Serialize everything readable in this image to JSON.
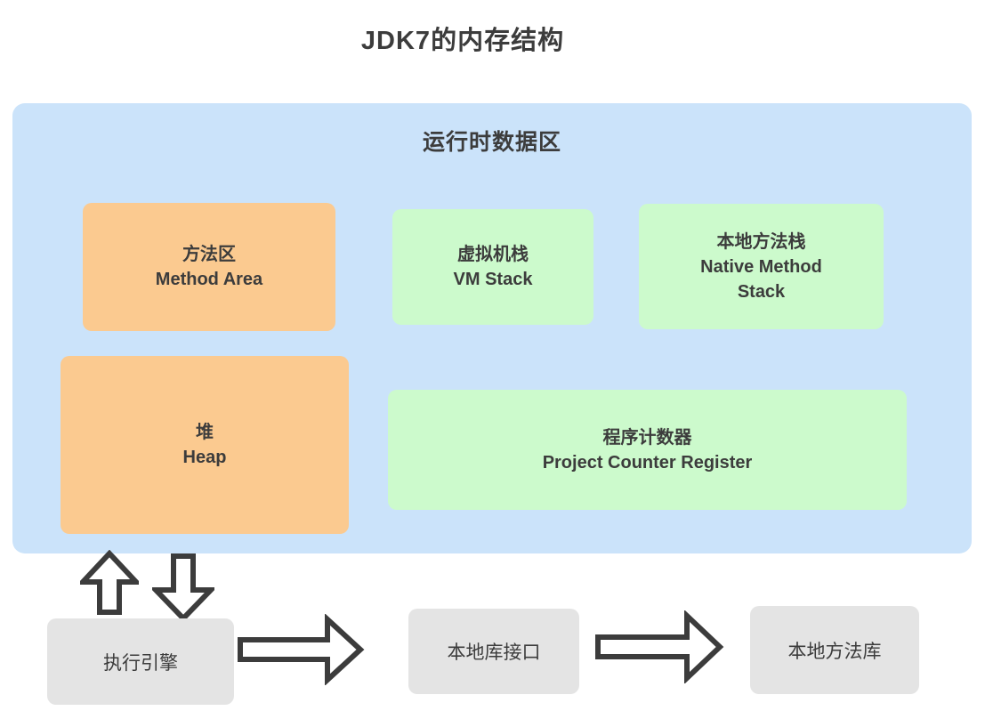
{
  "page": {
    "title": "JDK7的内存结构"
  },
  "runtime_area": {
    "title": "运行时数据区",
    "boxes": {
      "method_area": {
        "zh": "方法区",
        "en": "Method Area",
        "color": "#fbca90"
      },
      "vm_stack": {
        "zh": "虚拟机栈",
        "en": "VM Stack",
        "color": "#ccfacc"
      },
      "native_method_stack": {
        "zh": "本地方法栈",
        "en": "Native Method Stack",
        "color": "#ccfacc"
      },
      "heap": {
        "zh": "堆",
        "en": "Heap",
        "color": "#fbca90"
      },
      "program_counter": {
        "zh": "程序计数器",
        "en": "Project Counter Register",
        "color": "#ccfacc"
      }
    }
  },
  "bottom_row": {
    "execution_engine": "执行引擎",
    "native_library_interface": "本地库接口",
    "native_method_library": "本地方法库"
  },
  "icons": {
    "arrow_up": "hollow-up-arrow",
    "arrow_down": "hollow-down-arrow",
    "arrow_right_1": "hollow-right-arrow",
    "arrow_right_2": "hollow-right-arrow"
  },
  "colors": {
    "container_blue": "#cbe3fa",
    "box_orange": "#fbca90",
    "box_green": "#ccfacc",
    "box_gray": "#e4e4e4",
    "text_dark": "#3c3c3c",
    "arrow_outline": "#3c3c3c",
    "arrow_fill": "#ffffff",
    "background": "#ffffff"
  }
}
